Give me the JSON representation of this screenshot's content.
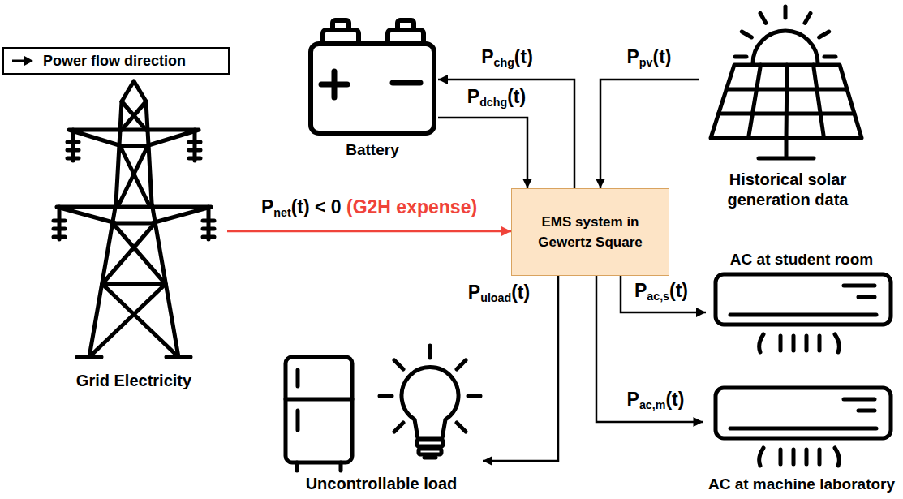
{
  "diagram": {
    "nodes": [
      {
        "text": [
          "Battery"
        ]
      },
      {
        "text": [
          "Historical solar generation data"
        ]
      },
      {
        "text": [
          "Grid Electricity"
        ]
      },
      {
        "text": [
          "EMS system in Gewertz Square"
        ]
      },
      {
        "text": [
          "AC at student room"
        ]
      },
      {
        "text": [
          "Uncontrollable load"
        ]
      },
      {
        "text": [
          "AC at machine laboratory"
        ]
      }
    ],
    "edges": [
      {
        "from": 2,
        "to": 3,
        "label": "Pnet(t) < 0 (G2H expense)",
        "arrow": "to"
      },
      {
        "from": 3,
        "to": 0,
        "label": "Pchg(t)",
        "arrow": "to"
      },
      {
        "from": 0,
        "to": 3,
        "label": "Pdchg(t)",
        "arrow": "to"
      },
      {
        "from": 1,
        "to": 3,
        "label": "Ppv(t)",
        "arrow": "to"
      },
      {
        "from": 3,
        "to": 5,
        "label": "Puload(t)",
        "arrow": "to"
      },
      {
        "from": 3,
        "to": 4,
        "label": "Pac,s(t)",
        "arrow": "to"
      },
      {
        "from": 3,
        "to": 6,
        "label": "Pac,m(t)",
        "arrow": "to"
      }
    ],
    "legend": [
      {
        "text": "Power flow direction"
      }
    ]
  }
}
